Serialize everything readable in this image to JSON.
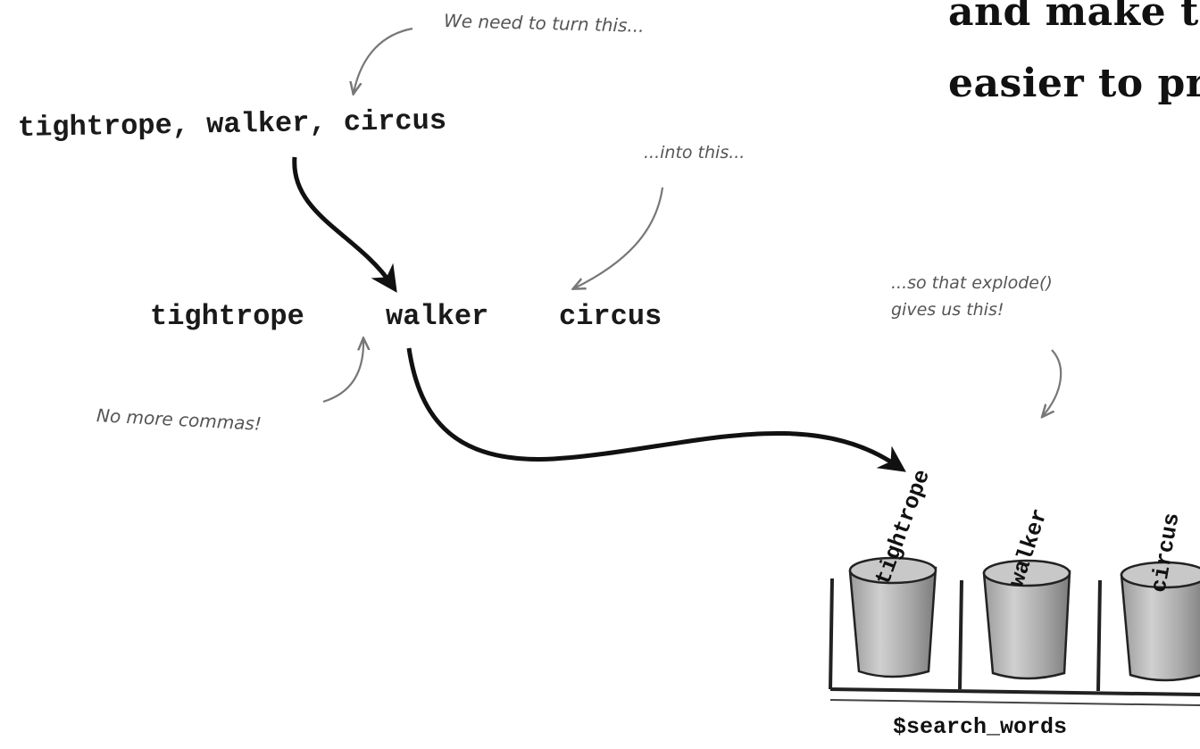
{
  "heading": {
    "line1": "and make th",
    "line2": "easier to pro"
  },
  "notes": {
    "turn_this": "We need to turn this...",
    "into_this": "...into this...",
    "explode_line1": "...so that explode()",
    "explode_line2": "gives us this!",
    "no_commas": "No more commas!"
  },
  "input_string": "tightrope, walker, circus",
  "words": [
    "tightrope",
    "walker",
    "circus"
  ],
  "array": {
    "name": "$search_words",
    "elements": [
      "tightrope",
      "walker",
      "circus"
    ]
  }
}
